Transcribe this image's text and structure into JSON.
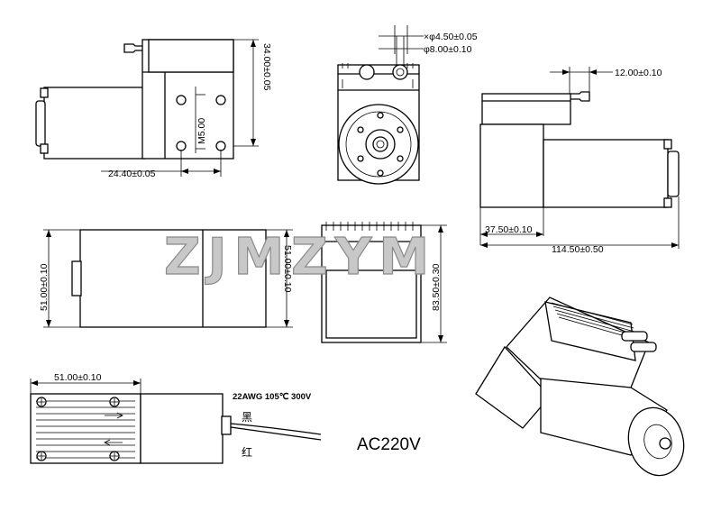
{
  "dimensions": {
    "front_height": "34.00±0.05",
    "front_m5": "M5.00",
    "front_width": "24.40±0.05",
    "port_inner_dia": "×φ4.50±0.05",
    "port_outer_dia": "φ8.00±0.10",
    "side_port_offset": "12.00±0.10",
    "side_head_length": "37.50±0.10",
    "side_total_length": "114.50±0.50",
    "mid_left_height": "51.00±0.10",
    "mid_center_height": "51.00±0.10",
    "mid_right_height": "83.50±0.30",
    "bottom_width": "51.00±0.10"
  },
  "wire_spec": "22AWG 105℃ 300V",
  "wire_colors": {
    "black": "黑",
    "red": "红"
  },
  "voltage": "AC220V",
  "watermark": "ZJMZYM"
}
